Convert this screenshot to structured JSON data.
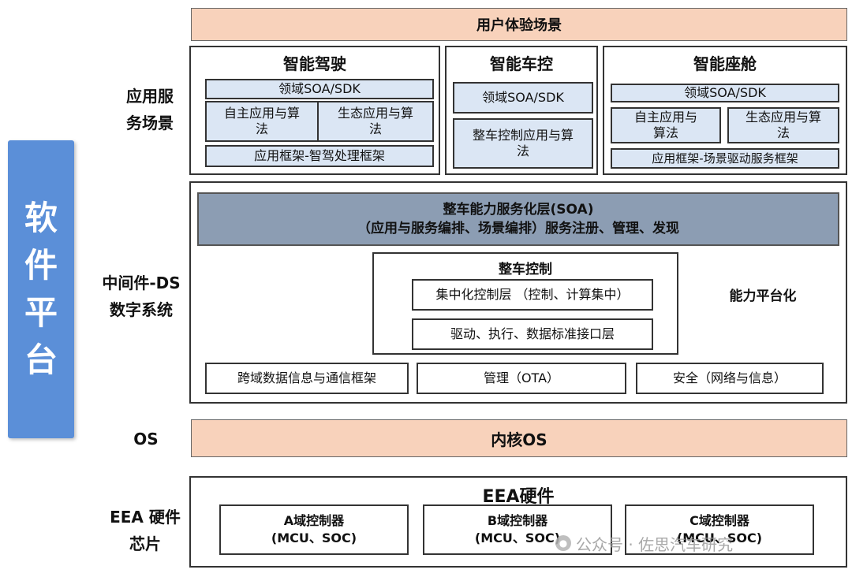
{
  "side_banner": [
    "软",
    "件",
    "平",
    "台"
  ],
  "top_bar": "用户体验场景",
  "left_labels": {
    "app": [
      "应用服",
      "务场景"
    ],
    "middleware": [
      "中间件-DS",
      "数字系统"
    ],
    "os": "OS",
    "hardware": [
      "EEA 硬件",
      "芯片"
    ]
  },
  "apps": {
    "adas": {
      "title": "智能驾驶",
      "soa": "领域SOA/SDK",
      "self_algo": [
        "自主应用与算",
        "法"
      ],
      "eco_algo": [
        "生态应用与算",
        "法"
      ],
      "framework": "应用框架-智驾处理框架"
    },
    "vehicle": {
      "title": "智能车控",
      "soa": "领域SOA/SDK",
      "control_algo": [
        "整车控制应用与算",
        "法"
      ]
    },
    "cockpit": {
      "title": "智能座舱",
      "soa": "领域SOA/SDK",
      "self_algo": [
        "自主应用与",
        "算法"
      ],
      "eco_algo": [
        "生态应用与算",
        "法"
      ],
      "framework": "应用框架-场景驱动服务框架"
    }
  },
  "middleware": {
    "soa_title": "整车能力服务化层(SOA)",
    "soa_subtitle": "（应用与服务编排、场景编排）服务注册、管理、发现",
    "vehicle_control_title": "整车控制",
    "central_layer": "集中化控制层 （控制、计算集中）",
    "driver_layer": "驱动、执行、数据标准接口层",
    "capability_platform": "能力平台化",
    "cross_domain": "跨域数据信息与通信框架",
    "management": "管理（OTA）",
    "security": "安全（网络与信息）"
  },
  "os_kernel": "内核OS",
  "hardware": {
    "title": "EEA硬件",
    "controllers": [
      {
        "name": "A域控制器",
        "spec": "(MCU、SOC)"
      },
      {
        "name": "B域控制器",
        "spec": "(MCU、SOC)"
      },
      {
        "name": "C域控制器",
        "spec": "(MCU、SOC)"
      }
    ]
  },
  "watermark": "公众号 · 佐思汽车研究",
  "icons": {
    "watermark_icon": "wechat-bubble-icon"
  }
}
